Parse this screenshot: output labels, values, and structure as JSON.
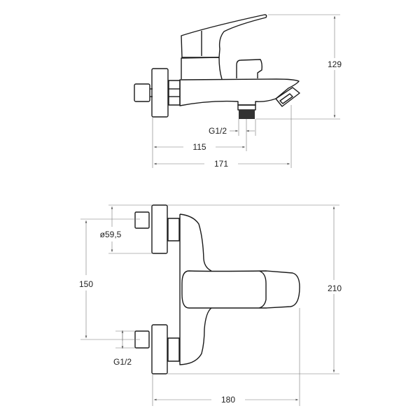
{
  "side_view": {
    "height_dim": "129",
    "thread_dim": "G1/2",
    "outlet_distance_dim": "115",
    "depth_dim": "171"
  },
  "front_view": {
    "escutcheon_diameter_dim": "ø59,5",
    "inlet_spacing_dim": "150",
    "thread_dim": "G1/2",
    "total_height_dim": "210",
    "width_dim": "180"
  },
  "colors": {
    "line": "#1a1a1a",
    "dimension": "#777777"
  }
}
